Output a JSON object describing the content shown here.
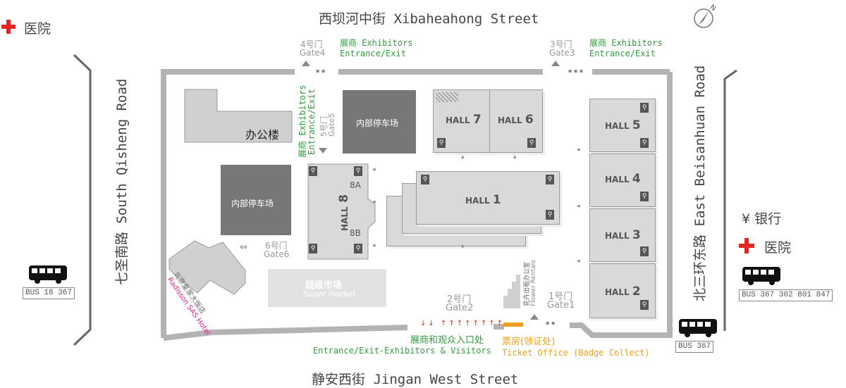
{
  "streets": {
    "north": "西坝河中街 Xibaheahong Street",
    "south": "静安西街 Jingan West Street",
    "west": "七圣南路 South Qisheng Road",
    "east": "北三环东路 East Beisanhuan Road"
  },
  "landmarks": {
    "hospital_left": "医院",
    "hospital_right": "医院",
    "bank": "¥ 银行"
  },
  "gates": {
    "gate4_cn": "4号门",
    "gate4_en": "Gate4",
    "gate3_cn": "3号门",
    "gate3_en": "Gate3",
    "gate5_cn": "5号门",
    "gate5_en": "Gate5",
    "gate6_cn": "6号门",
    "gate6_en": "Gate6",
    "gate2_cn": "2号门",
    "gate2_en": "Gate2",
    "gate1_cn": "1号门",
    "gate1_en": "Gate1"
  },
  "exhibitor_exit": {
    "line1": "展商 Exhibitors",
    "line2": "Entrance/Exit"
  },
  "buildings": {
    "office": "办公楼",
    "parking_top": "内部停车场",
    "parking_left": "内部停车场",
    "supermarket_cn": "超级市场",
    "supermarket_en": "Super market",
    "flower_cn": "花卉出租办公室",
    "flower_en": "Flower Rentals",
    "hotel_cn": "北京皇家大饭店",
    "hotel_en": "Radisson SAS Hotel",
    "hall8a": "8A",
    "hall8b": "8B"
  },
  "halls": {
    "hall1": {
      "word": "HALL",
      "num": "1"
    },
    "hall2": {
      "word": "HALL",
      "num": "2"
    },
    "hall3": {
      "word": "HALL",
      "num": "3"
    },
    "hall4": {
      "word": "HALL",
      "num": "4"
    },
    "hall5": {
      "word": "HALL",
      "num": "5"
    },
    "hall6": {
      "word": "HALL",
      "num": "6"
    },
    "hall7": {
      "word": "HALL",
      "num": "7"
    },
    "hall8": {
      "word": "HALL",
      "num": "8"
    }
  },
  "entrance_main": {
    "cn": "展商和观众入口处",
    "en": "Entrance/Exit-Exhibitors & Visitors"
  },
  "ticket": {
    "cn": "票房(领证处)",
    "en": "Ticket Office (Badge Collect)"
  },
  "bus": {
    "left": "BUS 18 367",
    "right": "BUS 367 302 801 847",
    "bottom": "BUS 367"
  },
  "compass_label": "N",
  "colors": {
    "exhibitor_green": "#2e9e3b",
    "ticket_orange": "#f0a020",
    "hospital_red": "#e52521",
    "hotel_magenta": "#e0218a",
    "entrance_red": "#e52521"
  }
}
